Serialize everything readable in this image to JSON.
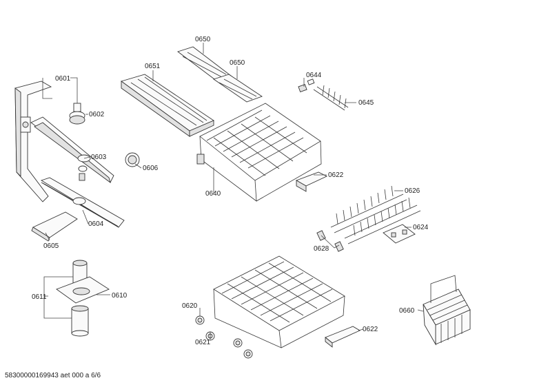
{
  "footer_text": "58300000169943 aet 000 a 6/6",
  "part_labels": {
    "p0601": "0601",
    "p0602": "0602",
    "p0603": "0603",
    "p0604": "0604",
    "p0605": "0605",
    "p0606": "0606",
    "p0610": "0610",
    "p0611": "0611",
    "p0620": "0620",
    "p0621": "0621",
    "p0622a": "0622",
    "p0622b": "0622",
    "p0624": "0624",
    "p0626": "0626",
    "p0628": "0628",
    "p0640": "0640",
    "p0644": "0644",
    "p0645": "0645",
    "p0650a": "0650",
    "p0650b": "0650",
    "p0651": "0651",
    "p0660": "0660"
  }
}
